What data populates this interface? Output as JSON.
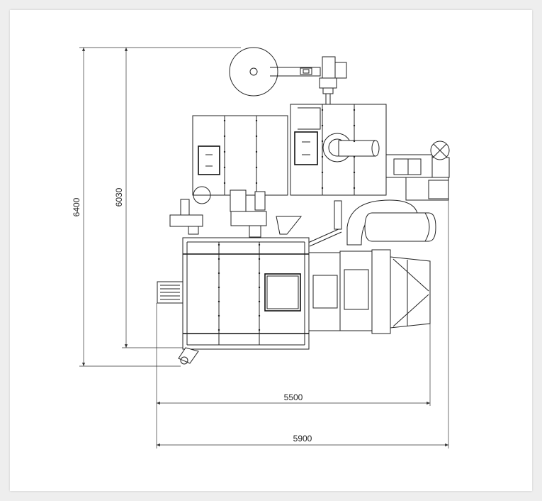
{
  "dimensions": {
    "overall_height": "6400",
    "inner_height": "6030",
    "inner_width": "5500",
    "overall_width": "5900"
  }
}
